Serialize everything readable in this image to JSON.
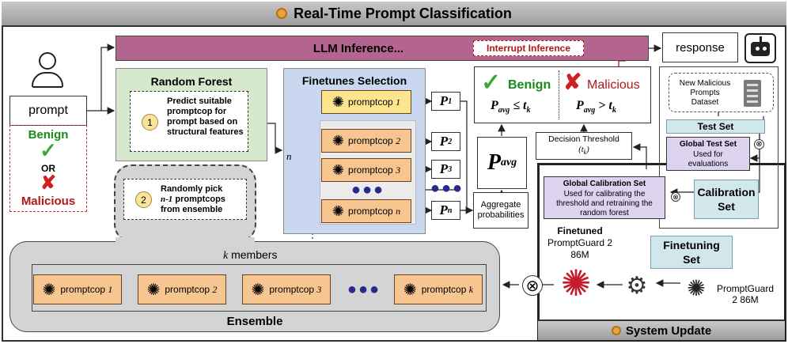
{
  "title": "Real-Time Prompt Classification",
  "llm_inference": "LLM Inference...",
  "interrupt": "Interrupt Inference",
  "response": "response",
  "prompt": "prompt",
  "benign": "Benign",
  "or": "OR",
  "malicious": "Malicious",
  "random_forest": {
    "title": "Random Forest",
    "step": "1",
    "text": "Predict suitable promptcop for prompt based on structural features"
  },
  "pick": {
    "step": "2",
    "text_a": "Randomly pick",
    "text_b": "n-1",
    "text_c": "promptcops from ensemble"
  },
  "finetunes_selection": "Finetunes Selection",
  "n_label": "n",
  "cards": {
    "base": "promptcop",
    "i1": "1",
    "i2": "2",
    "i3": "3",
    "in": "n",
    "ik": "k"
  },
  "p_labels": {
    "p": "P",
    "s1": "1",
    "s2": "2",
    "s3": "3",
    "sn": "n"
  },
  "pavg": {
    "p": "P",
    "sub": "avg"
  },
  "aggregate": {
    "line1": "Aggregate",
    "line2": "probabilities"
  },
  "benign_cond": {
    "label": "Benign",
    "op": "≤",
    "t": "t",
    "tsub": "k"
  },
  "malicious_cond": {
    "label": "Malicious",
    "op": ">",
    "t": "t",
    "tsub": "k"
  },
  "decision": {
    "line1": "Decision Threshold",
    "t": "t",
    "tsub": "k"
  },
  "k_members": {
    "k": "k",
    "text": "members"
  },
  "ensemble": "Ensemble",
  "system_update": "System Update",
  "new_dataset": {
    "l1": "New Malicious",
    "l2": "Prompts",
    "l3": "Dataset"
  },
  "test_set": "Test Set",
  "global_test": {
    "title": "Global Test Set",
    "l1": "Used for",
    "l2": "evaluations"
  },
  "global_calib": {
    "title": "Global Calibration Set",
    "l1": "Used for calibrating the",
    "l2": "threshold and retraining the",
    "l3": "random forest"
  },
  "calibration_set": {
    "l1": "Calibration",
    "l2": "Set"
  },
  "finetuning_set": {
    "l1": "Finetuning",
    "l2": "Set"
  },
  "finetuned_pg": {
    "l1": "Finetuned",
    "l2": "PromptGuard 2",
    "l3": "86M"
  },
  "promptguard": {
    "l1": "PromptGuard",
    "l2": "2 86M"
  },
  "colors": {
    "llm": "#b3658f",
    "rf": "#d6e9cd",
    "fs": "#c9d7f0",
    "card": "#f7c590",
    "benign": "#1a8a1a",
    "malicious": "#b01818",
    "teal": "#d1e7ec",
    "lav": "#ddd3ee"
  },
  "icons": [
    "bagel-icon",
    "user-icon",
    "check-icon",
    "x-icon",
    "robot-icon",
    "network-icon",
    "gear-icon",
    "database-icon",
    "combine-icon"
  ]
}
